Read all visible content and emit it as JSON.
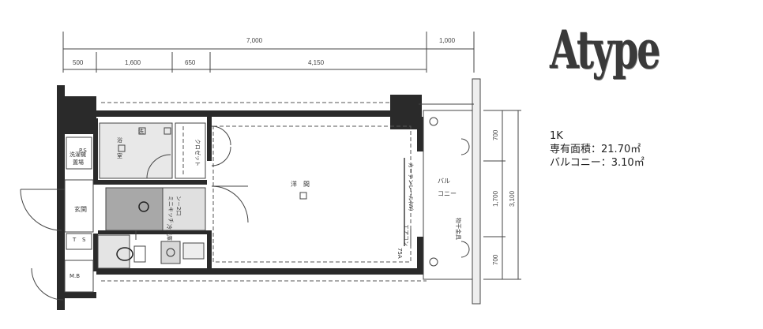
{
  "plan": {
    "dims_top": {
      "main": "7,000",
      "balcony": "1,000"
    },
    "dims_sub": [
      "500",
      "1,600",
      "650",
      "4,150"
    ],
    "dims_right": [
      "700",
      "1,700",
      "700"
    ],
    "dims_right_total": "3,100",
    "rooms": {
      "western": "洋　間",
      "entrance": "玄関",
      "balcony_1": "バル",
      "balcony_2": "コニー",
      "closet": "クロゼット",
      "kitchen_1": "ミニキッチ",
      "kitchen_2": "ン－2口",
      "curtain_rail": "カーテンレール(W)",
      "fridge": "冷蔵庫",
      "washer": "洗",
      "bath_1": "浴",
      "bath_2": "室",
      "ps": "P.S",
      "mb": "M.B",
      "wash_1": "洗濯機",
      "wash_2": "置場",
      "ac": "エアコン",
      "hanger": "物干金具",
      "ts_1": "T",
      "ts_2": "S",
      "door_width": "75A"
    }
  },
  "info": {
    "title": "Atype",
    "layout": "1K",
    "area_label": "専有面積：",
    "area_value": "21.70㎡",
    "balcony_label": "バルコニー：",
    "balcony_value": "3.10㎡"
  }
}
